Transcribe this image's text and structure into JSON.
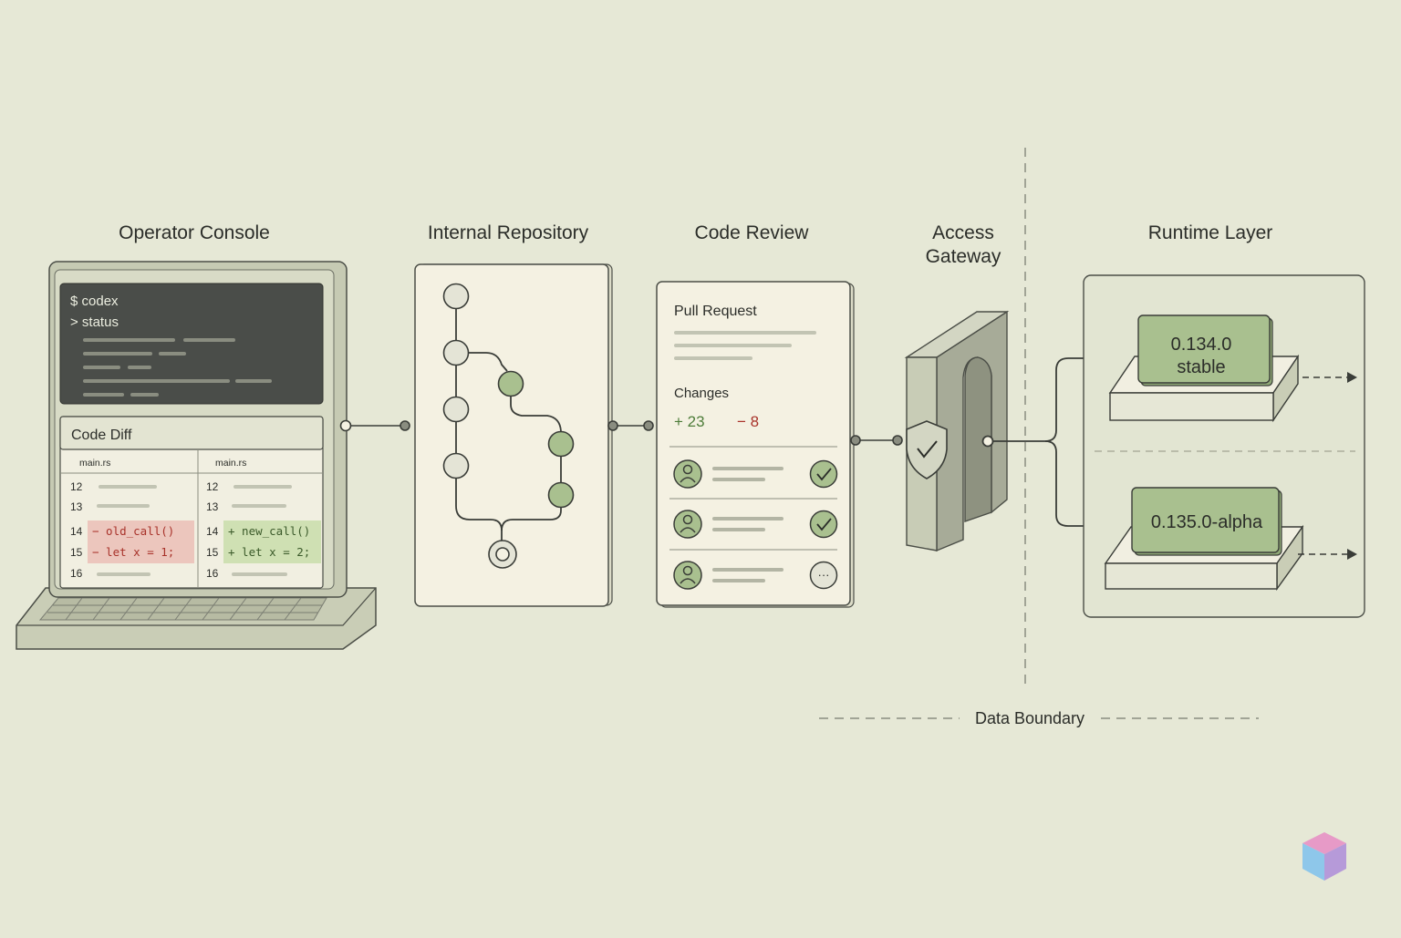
{
  "sections": {
    "operator_console": "Operator Console",
    "internal_repository": "Internal Repository",
    "code_review": "Code Review",
    "access_gateway_line1": "Access",
    "access_gateway_line2": "Gateway",
    "runtime_layer": "Runtime Layer"
  },
  "console": {
    "terminal_line1": "$ codex",
    "terminal_line2": "> status",
    "diff_title": "Code Diff",
    "left_file": "main.rs",
    "right_file": "main.rs",
    "line_numbers": [
      "12",
      "13",
      "14",
      "15",
      "16"
    ],
    "removed_1": "−  old_call()",
    "removed_2": "−  let x = 1;",
    "added_1": "+  new_call()",
    "added_2": "+  let x = 2;"
  },
  "review": {
    "pull_request": "Pull Request",
    "changes": "Changes",
    "additions": "+ 23",
    "deletions": "− 8",
    "reviewer_status_3": "···"
  },
  "runtime": {
    "stable_version": "0.134.0",
    "stable_label": "stable",
    "alpha_label": "0.135.0-alpha"
  },
  "boundary": {
    "label": "Data Boundary"
  },
  "colors": {
    "background": "#e6e8d6",
    "panel": "#f4f1e2",
    "terminal": "#4a4d49",
    "green_fill": "#a9c08f",
    "removed_bg": "#ecc6bd",
    "added_bg": "#cfe0b3",
    "added_text": "#4e7d3a",
    "removed_text": "#a8322a"
  },
  "icons": {
    "gateway": "shield-check-icon",
    "reviewer": "user-avatar-icon",
    "approved": "check-circle-icon",
    "pending": "more-dots-icon",
    "logo": "cube-logo"
  }
}
